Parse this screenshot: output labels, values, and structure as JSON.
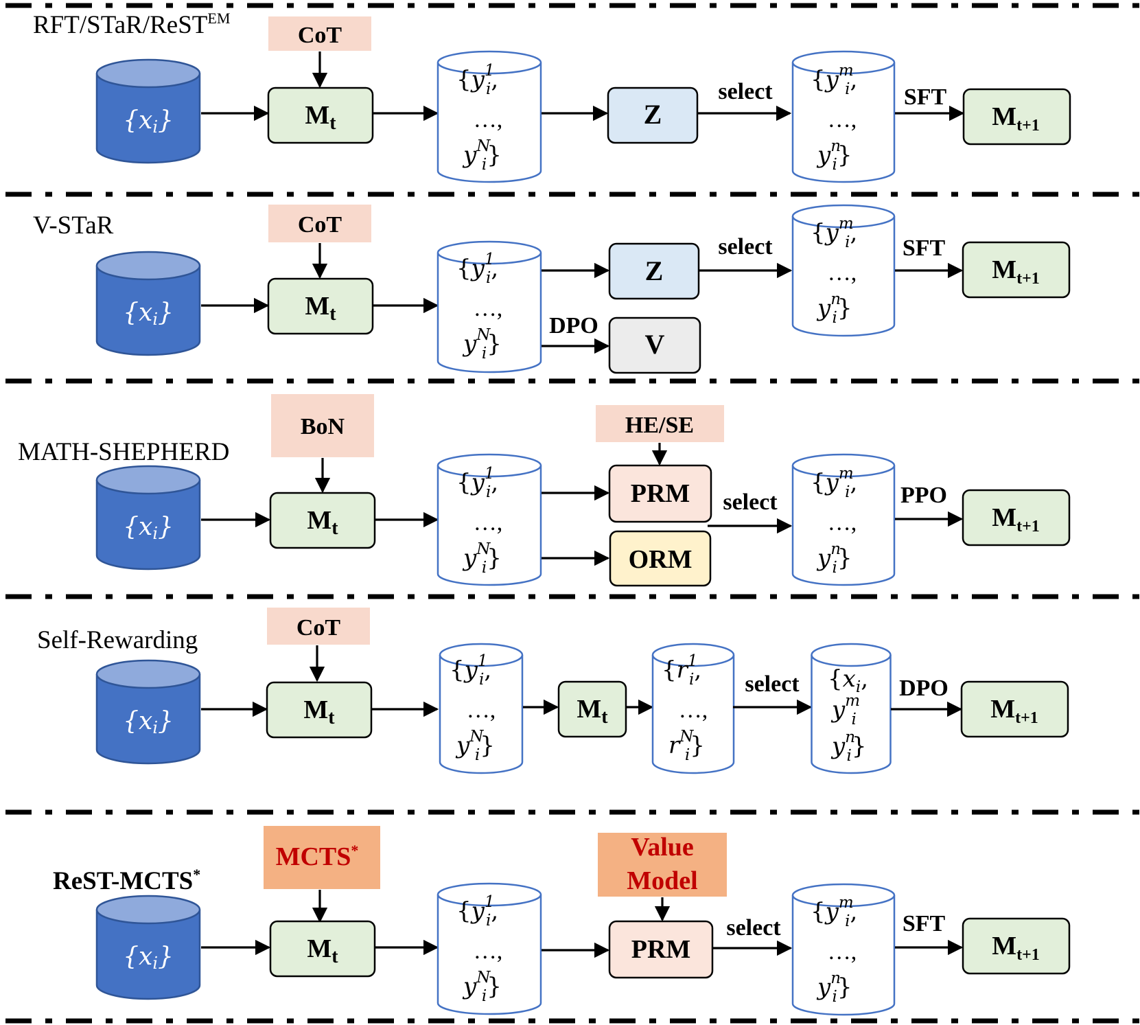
{
  "sections": [
    {
      "title": "RFT/STaR/ReST",
      "title_sup": "EM",
      "guide": "CoT",
      "dataset": "{x_i}",
      "model": "M_t",
      "samples": "{y_i^1, …, y_i^N}",
      "verifiers": [
        "Z"
      ],
      "action": "select",
      "selected": "{y_i^m, …, y_i^n}",
      "train": "SFT",
      "output": "M_t+1"
    },
    {
      "title": "V-STaR",
      "guide": "CoT",
      "dataset": "{x_i}",
      "model": "M_t",
      "samples": "{y_i^1, …, y_i^N}",
      "verifiers": [
        "Z",
        "V"
      ],
      "verifier_training": "DPO",
      "action": "select",
      "selected": "{y_i^m, …, y_i^n}",
      "train": "SFT",
      "output": "M_t+1"
    },
    {
      "title": "MATH-SHEPHERD",
      "guide": "BoN",
      "dataset": "{x_i}",
      "model": "M_t",
      "samples": "{y_i^1, …, y_i^N}",
      "verifier_guide": "HE/SE",
      "verifiers": [
        "PRM",
        "ORM"
      ],
      "action": "select",
      "selected": "{y_i^m, …, y_i^n}",
      "train": "PPO",
      "output": "M_t+1"
    },
    {
      "title": "Self-Rewarding",
      "guide": "CoT",
      "dataset": "{x_i}",
      "model": "M_t",
      "samples": "{y_i^1, …, y_i^N}",
      "judge": "M_t",
      "rewards": "{r_i^1, …, r_i^N}",
      "action": "select",
      "selected": "{x_i, y_i^m y_i^n}",
      "train": "DPO",
      "output": "M_t+1"
    },
    {
      "title": "ReST-MCTS",
      "title_sup": "*",
      "guide": "MCTS",
      "guide_sup": "*",
      "dataset": "{x_i}",
      "model": "M_t",
      "samples": "{y_i^1, …, y_i^N}",
      "verifier_guide": "Value Model",
      "verifiers": [
        "PRM"
      ],
      "action": "select",
      "selected": "{y_i^m, …, y_i^n}",
      "train": "SFT",
      "output": "M_t+1"
    }
  ],
  "colors": {
    "dataset_fill": "#4472c4",
    "dataset_top": "#8faadc",
    "dataset_stroke": "#2f5597",
    "model_fill": "#e2efda",
    "guide_fill": "#f8d9cc",
    "guide_highlight_fill": "#f4b183",
    "guide_highlight_text": "#c00000",
    "z_fill": "#dae8f5",
    "v_fill": "#ececec",
    "prm_fill": "#fbe5dc",
    "orm_fill": "#fff2cc",
    "sample_stroke": "#4472c4"
  }
}
